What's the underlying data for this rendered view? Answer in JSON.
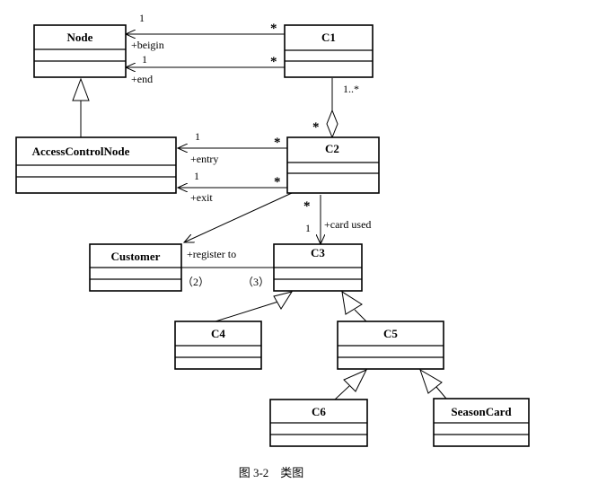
{
  "classes": {
    "node": "Node",
    "c1": "C1",
    "access_control_node": "AccessControlNode",
    "c2": "C2",
    "customer": "Customer",
    "c3": "C3",
    "c4": "C4",
    "c5": "C5",
    "c6": "C6",
    "season_card": "SeasonCard"
  },
  "associations": {
    "c1_node_begin": {
      "role": "+beigin",
      "node_mult": "1",
      "c1_mult": "*"
    },
    "c1_node_end": {
      "role": "+end",
      "node_mult": "1",
      "c1_mult": "*"
    },
    "c1_c2": {
      "c1_mult": "1..*",
      "c2_mult": "*"
    },
    "c2_acn_entry": {
      "role": "+entry",
      "acn_mult": "1",
      "c2_mult": "*"
    },
    "c2_acn_exit": {
      "role": "+exit",
      "acn_mult": "1",
      "c2_mult": "*"
    },
    "c2_c3": {
      "role": "+card used",
      "c2_mult": "*",
      "c3_mult": "1"
    },
    "customer_c3": {
      "role": "+register to",
      "blank_left": "（2）",
      "blank_right": "（3）"
    }
  },
  "caption": "图 3-2　类图"
}
